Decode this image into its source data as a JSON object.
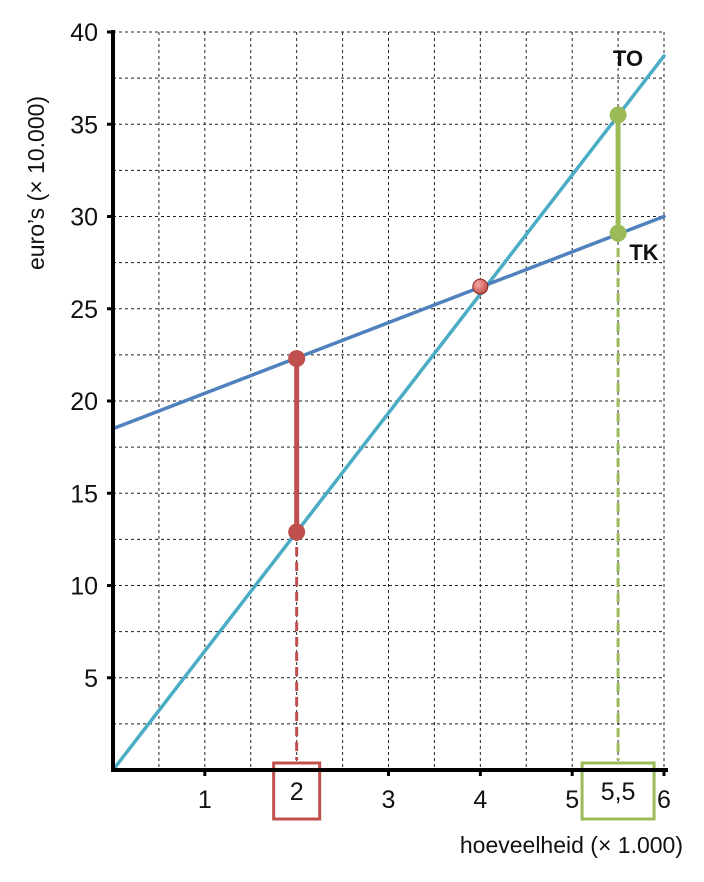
{
  "chart_data": {
    "type": "line",
    "xlabel": "hoeveelheid (× 1.000)",
    "ylabel": "euro’s (× 10.000)",
    "xlim": [
      0,
      6
    ],
    "ylim": [
      0,
      40
    ],
    "x_ticks": [
      1,
      2,
      3,
      4,
      5,
      6
    ],
    "x_tick_labels": [
      "1",
      "2",
      "3",
      "4",
      "5",
      "6"
    ],
    "y_ticks": [
      5,
      10,
      15,
      20,
      25,
      30,
      35,
      40
    ],
    "y_tick_labels": [
      "5",
      "10",
      "15",
      "20",
      "25",
      "30",
      "35",
      "40"
    ],
    "grid": true,
    "grid_x_step": 0.5,
    "grid_y_step": 2.5,
    "series": [
      {
        "name": "TO",
        "x": [
          0,
          6
        ],
        "y": [
          0,
          38.7
        ],
        "color": "#4bacc6"
      },
      {
        "name": "TK",
        "x": [
          0,
          6
        ],
        "y": [
          18.5,
          30
        ],
        "color": "#4f81bd"
      }
    ],
    "intersection": {
      "x": 4,
      "y": 26.2,
      "color": "#c0504d"
    },
    "markers": [
      {
        "x": 2,
        "y_top": 22.3,
        "y_bottom": 12.9,
        "label": "2",
        "color": "#c0504d"
      },
      {
        "x": 5.5,
        "y_top": 35.5,
        "y_bottom": 29.1,
        "label": "5,5",
        "color": "#9bbb59"
      }
    ]
  }
}
